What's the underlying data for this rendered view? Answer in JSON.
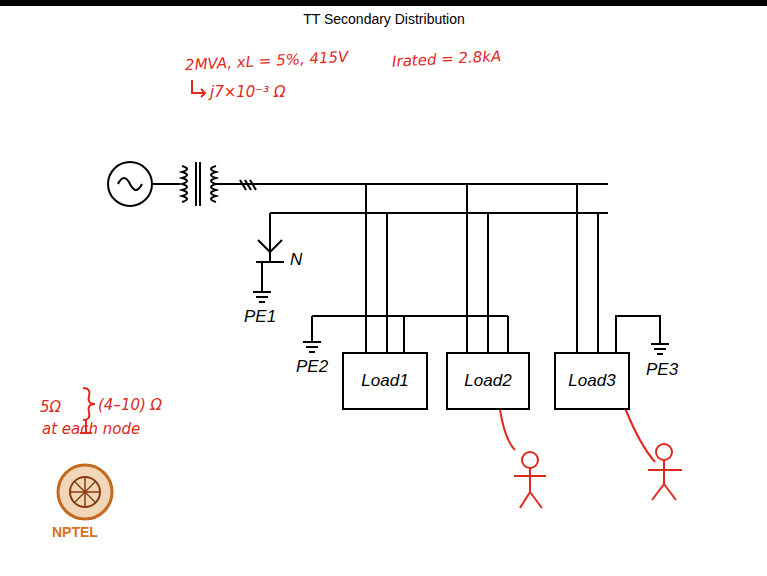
{
  "diagram": {
    "title": "TT Secondary Distribution",
    "nodes": [
      {
        "text": [
          "Load1"
        ]
      },
      {
        "text": [
          "Load2"
        ]
      },
      {
        "text": [
          "Load3"
        ]
      }
    ],
    "labels": [
      "2MVA, xL = 5%, 415V",
      "Irated = 2.8kA",
      "j7×10⁻³ Ω",
      "N",
      "PE1",
      "PE2",
      "PE3",
      "5Ω",
      "(4–10) Ω",
      "at each node",
      "NPTEL"
    ]
  }
}
